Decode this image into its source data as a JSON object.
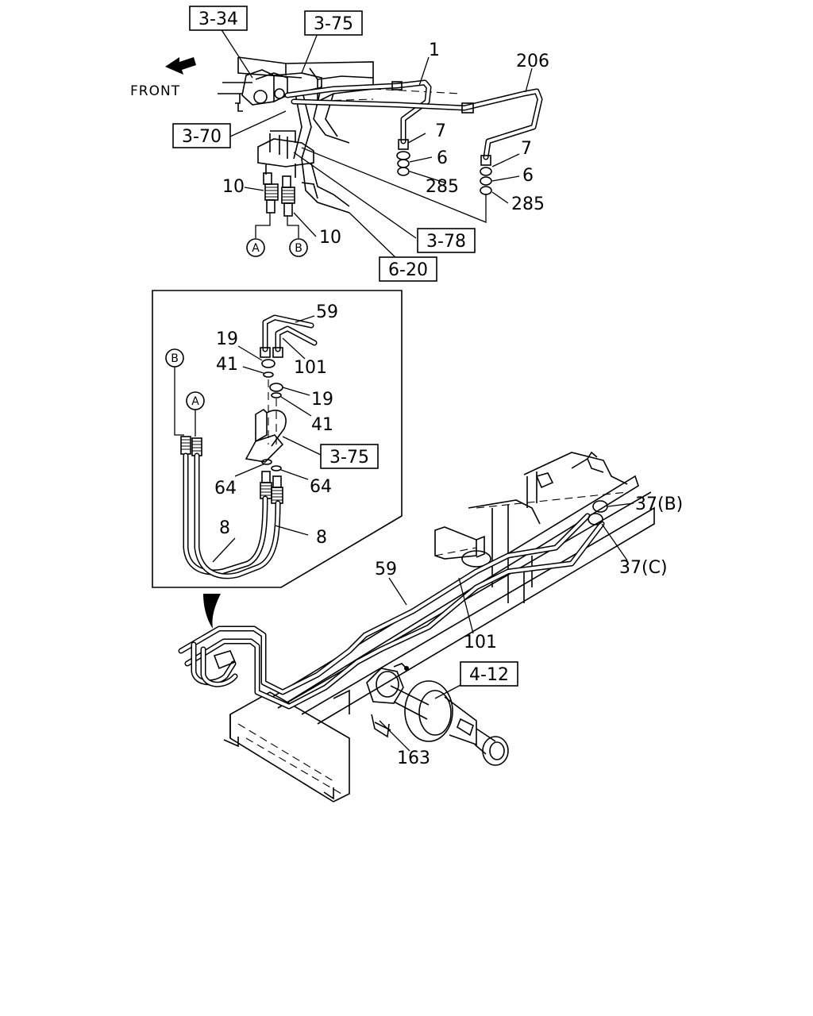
{
  "diagram": {
    "front_label": "FRONT",
    "ref_boxes": {
      "r_3_34": "3-34",
      "r_3_75_top": "3-75",
      "r_3_70": "3-70",
      "r_3_78": "3-78",
      "r_6_20": "6-20",
      "r_3_75_inset": "3-75",
      "r_4_12": "4-12"
    },
    "callouts": {
      "c1": "1",
      "c206": "206",
      "c7a": "7",
      "c6a": "6",
      "c285a": "285",
      "c7b": "7",
      "c6b": "6",
      "c285b": "285",
      "c10a": "10",
      "c10b": "10",
      "c59_inset": "59",
      "c19a": "19",
      "c101_inset": "101",
      "c41a": "41",
      "c19b": "19",
      "c41b": "41",
      "c64a": "64",
      "c64b": "64",
      "c8a": "8",
      "c8b": "8",
      "c37b": "37(B)",
      "c37c": "37(C)",
      "c59_main": "59",
      "c101_main": "101",
      "c163": "163"
    },
    "circle_markers": {
      "a_top": "A",
      "b_top": "B",
      "b_inset": "B",
      "a_inset": "A"
    },
    "icons": [
      "front-arrow-icon"
    ]
  }
}
